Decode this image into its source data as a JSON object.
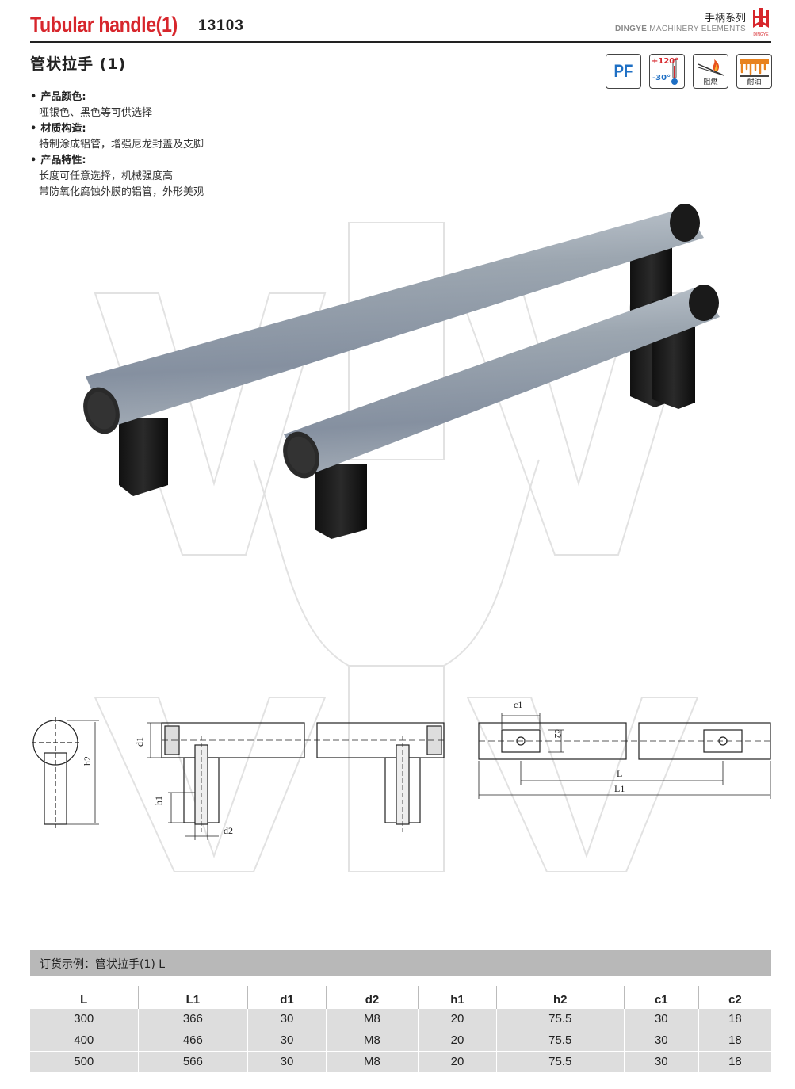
{
  "header": {
    "title": "Tubular handle(1)",
    "code": "13103",
    "series": "手柄系列",
    "brand_bold": "DINGYE",
    "brand_rest": " MACHINERY ELEMENTS",
    "brand_color": "#d7262c"
  },
  "subtitle": "管状拉手 (1)",
  "badges": [
    {
      "icon": "pf-icon",
      "text": "PF"
    },
    {
      "icon": "temperature-icon",
      "hot": "+120°",
      "cold": "-30°"
    },
    {
      "icon": "flame-retardant-icon",
      "caption": "阻燃"
    },
    {
      "icon": "oil-resistant-icon",
      "caption": "耐油"
    }
  ],
  "features": [
    {
      "title": "产品颜色:",
      "lines": [
        "哑银色、黑色等可供选择"
      ]
    },
    {
      "title": "材质构造:",
      "lines": [
        "特制涂成铝管，增强尼龙封盖及支脚"
      ]
    },
    {
      "title": "产品特性:",
      "lines": [
        "长度可任意选择，机械强度高",
        "带防氧化腐蚀外膜的铝管，外形美观"
      ]
    }
  ],
  "drawing_labels": {
    "d1": "d1",
    "h2": "h2",
    "h1": "h1",
    "d2": "d2",
    "c1": "c1",
    "c2": "c2",
    "L": "L",
    "L1": "L1"
  },
  "order_example": "订货示例：管状拉手(1) L",
  "table": {
    "headers": [
      "L",
      "L1",
      "d1",
      "d2",
      "h1",
      "h2",
      "c1",
      "c2"
    ],
    "rows": [
      [
        "300",
        "366",
        "30",
        "M8",
        "20",
        "75.5",
        "30",
        "18"
      ],
      [
        "400",
        "466",
        "30",
        "M8",
        "20",
        "75.5",
        "30",
        "18"
      ],
      [
        "500",
        "566",
        "30",
        "M8",
        "20",
        "75.5",
        "30",
        "18"
      ]
    ]
  }
}
